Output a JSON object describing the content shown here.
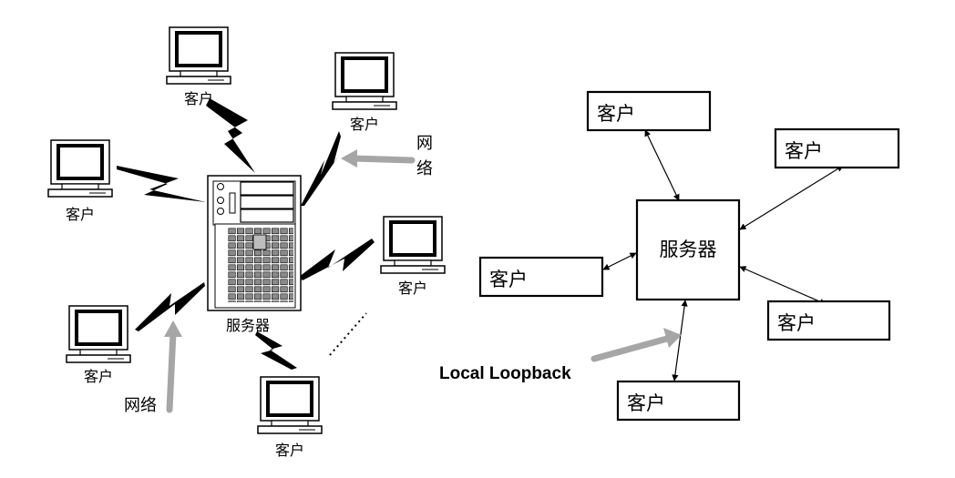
{
  "left_diagram": {
    "server_label": "服务器",
    "client_label": "客户",
    "network_label_right": [
      "网",
      "络"
    ],
    "network_label_bottom": "网络"
  },
  "right_diagram": {
    "server_label": "服务器",
    "clients": [
      "客户",
      "客户",
      "客户",
      "客户",
      "客户"
    ],
    "loopback_label": "Local Loopback"
  },
  "colors": {
    "arrow_gray": "#a6a6a6",
    "line": "#000000",
    "screen": "#ffffff"
  }
}
